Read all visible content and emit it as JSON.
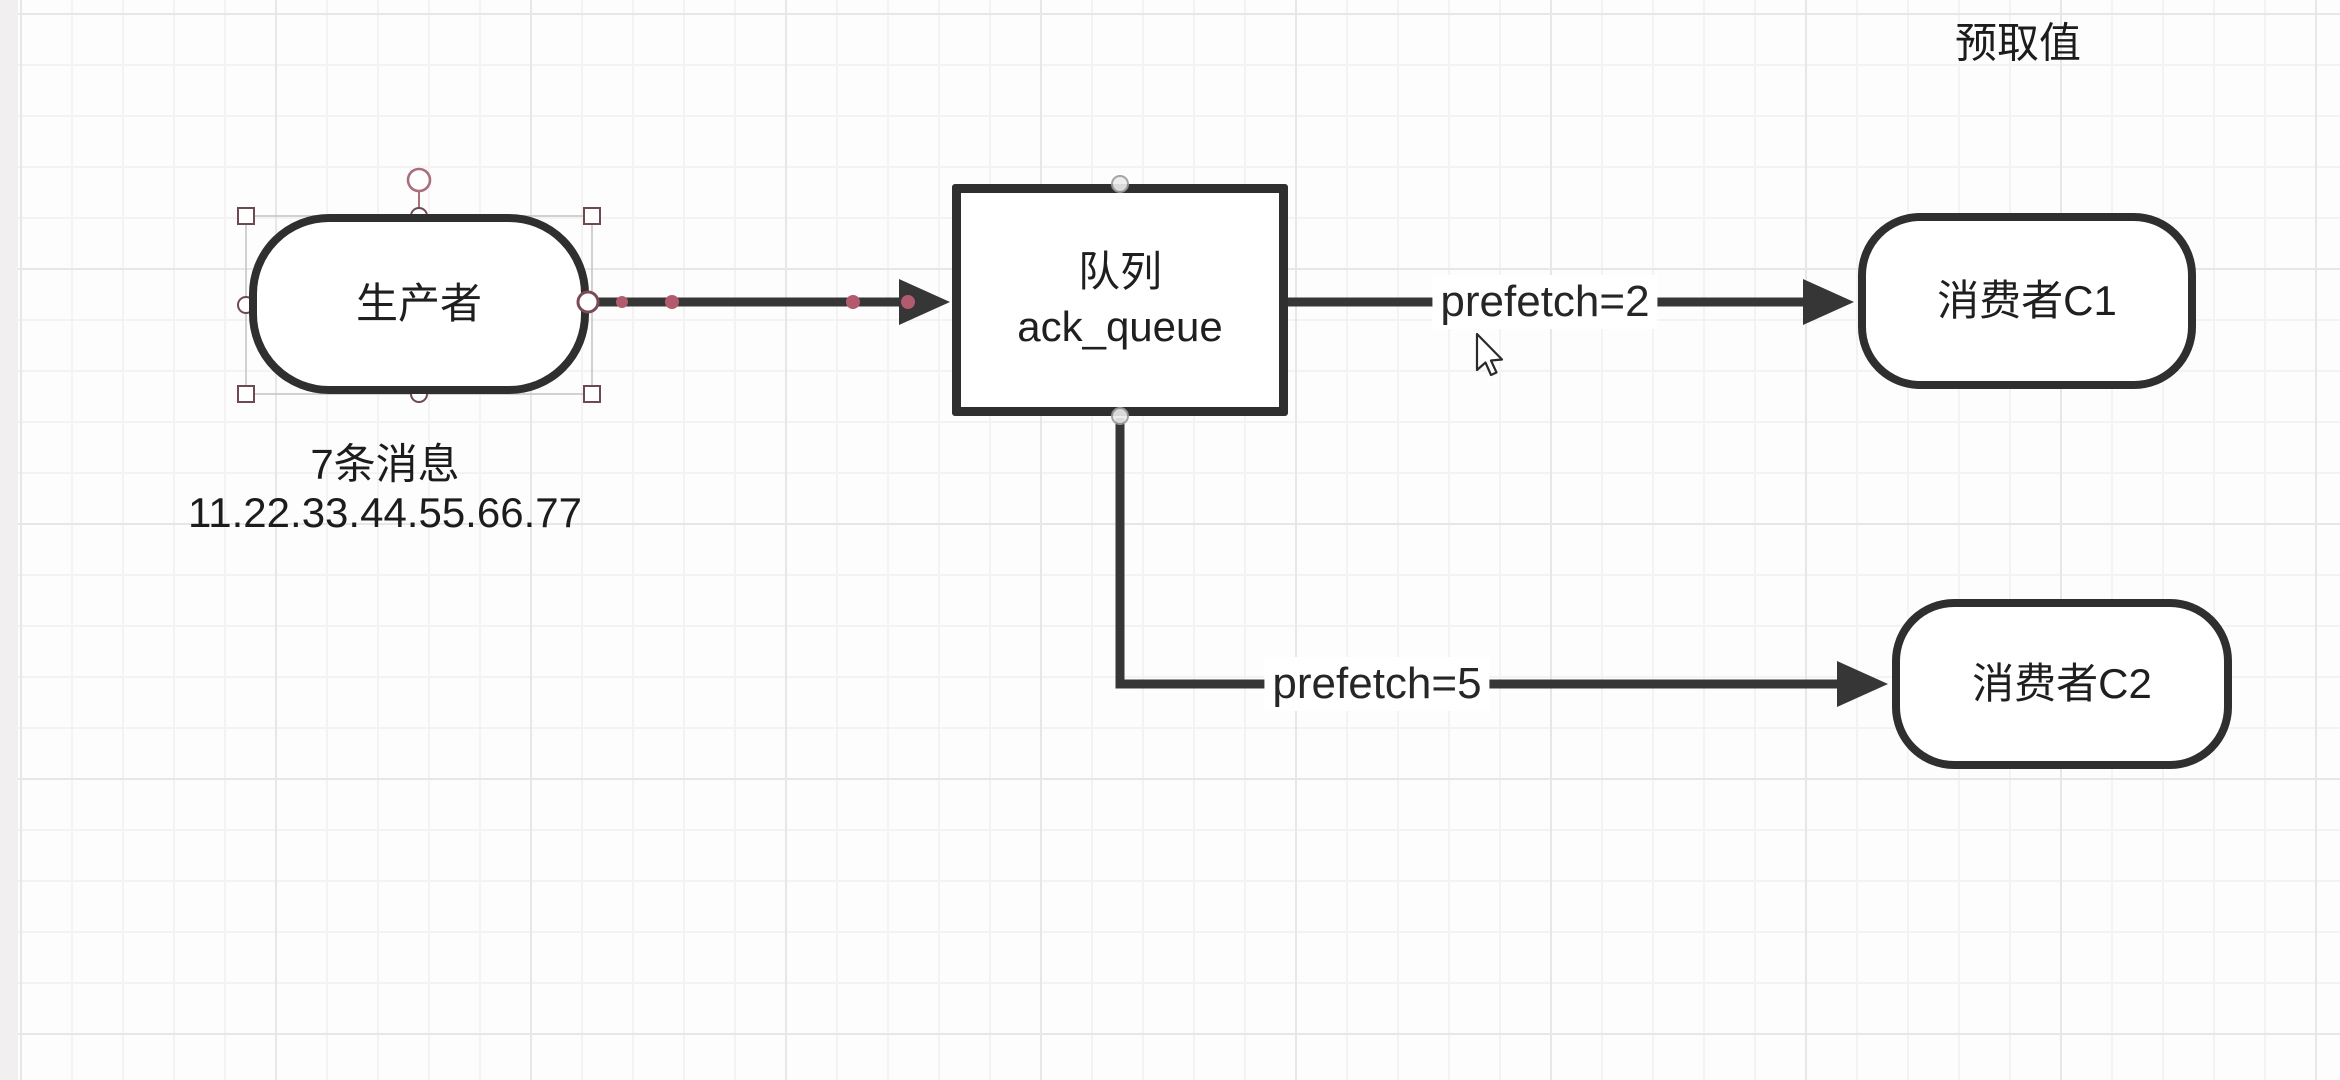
{
  "app": {
    "kind": "diagram-editor-canvas"
  },
  "annotations": {
    "top_right_title": "预取值",
    "producer_note_line1": "7条消息",
    "producer_note_line2": "11.22.33.44.55.66.77"
  },
  "nodes": {
    "producer": {
      "label": "生产者",
      "selected": true,
      "shape": "rounded-rectangle"
    },
    "queue": {
      "label_line1": "队列",
      "label_line2": "ack_queue",
      "shape": "rectangle"
    },
    "consumer1": {
      "label": "消费者C1",
      "shape": "rounded-rectangle"
    },
    "consumer2": {
      "label": "消费者C2",
      "shape": "rounded-rectangle"
    }
  },
  "edges": {
    "queue_to_consumer1": {
      "label": "prefetch=2"
    },
    "queue_to_consumer2": {
      "label": "prefetch=5"
    }
  },
  "colors": {
    "canvas_bg": "#fdfdfd",
    "left_margin_bg": "#f1efef",
    "grid_minor": "#f4f2f2",
    "grid_major": "#e9e6e6",
    "node_stroke": "#2f2f2f",
    "edge_stroke": "#363636",
    "text": "#1f1f1f",
    "selection_outline": "#c9c5c5",
    "selection_handle_stroke": "#6d4a52",
    "rotation_handle": "#a96f7a",
    "waypoint_dot": "#b25a6e",
    "connection_point": "#9a9a9a"
  }
}
